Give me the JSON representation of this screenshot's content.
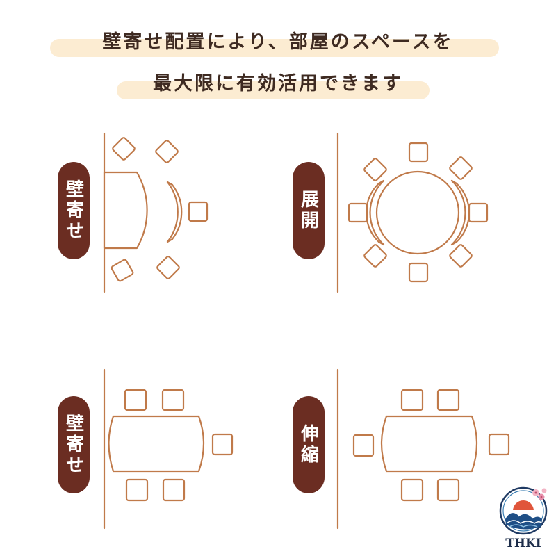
{
  "headline": {
    "line1": "壁寄せ配置により、部屋のスペースを",
    "line2": "最大限に有効活用できます"
  },
  "labels": {
    "round_wall": "壁寄せ",
    "round_open": "展開",
    "rect_wall": "壁寄せ",
    "rect_extend": "伸縮"
  },
  "logo": {
    "text": "THKI"
  },
  "colors": {
    "line": "#c07a4a",
    "pill": "#6b2d22",
    "highlight": "#fcecd2",
    "headline_text": "#3e2a21"
  }
}
